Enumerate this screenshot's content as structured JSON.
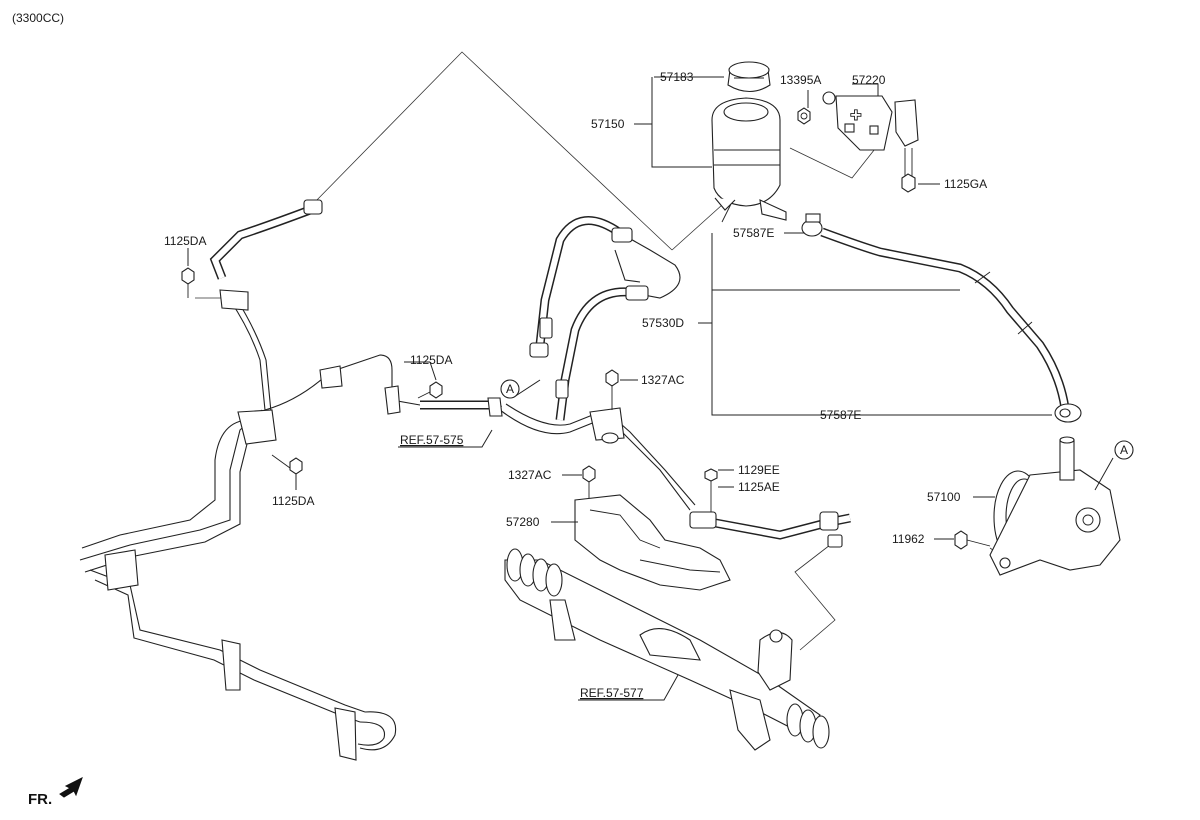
{
  "engine": "(3300CC)",
  "labels": {
    "p57183": "57183",
    "p57150": "57150",
    "p13395A": "13395A",
    "p57220": "57220",
    "p1125GA": "1125GA",
    "p57587E_top": "57587E",
    "p57530D": "57530D",
    "p57587E_bottom": "57587E",
    "p1125DA_top": "1125DA",
    "p1125DA_mid": "1125DA",
    "p1125DA_low": "1125DA",
    "p1327AC_top": "1327AC",
    "p1327AC_low": "1327AC",
    "p1129EE": "1129EE",
    "p1125AE": "1125AE",
    "p57280": "57280",
    "p57100": "57100",
    "p11962": "11962"
  },
  "refs": {
    "ref_575": "REF.57-575",
    "ref_577": "REF.57-577"
  },
  "markers": {
    "a_left": "A",
    "a_right": "A"
  },
  "direction": "FR."
}
